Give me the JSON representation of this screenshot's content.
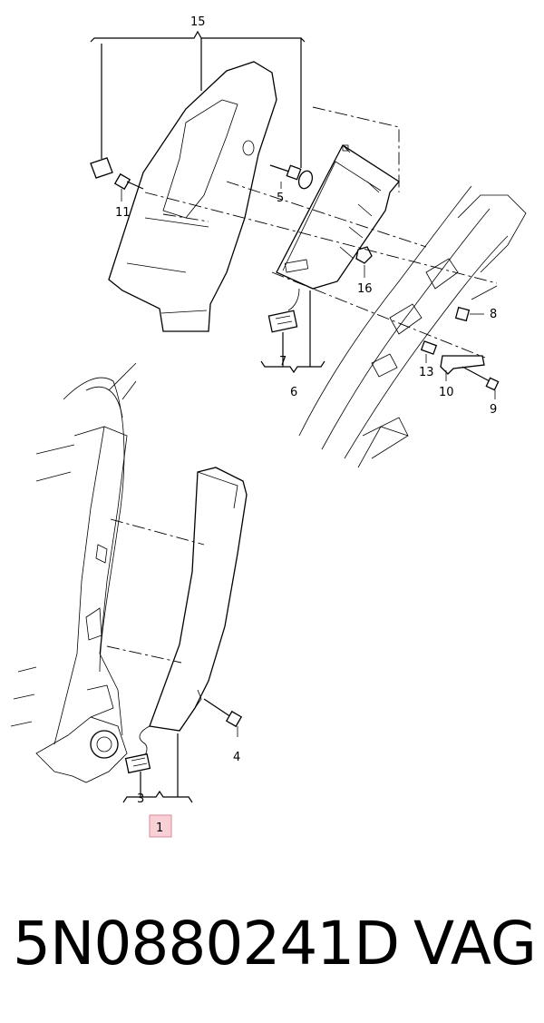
{
  "callouts": {
    "c1": "1",
    "c3": "3",
    "c4": "4",
    "c5": "5",
    "c6": "6",
    "c7": "7",
    "c8": "8",
    "c9": "9",
    "c10": "10",
    "c11": "11",
    "c13": "13",
    "c15": "15",
    "c16": "16"
  },
  "highlight_color": "#f8d0d6",
  "footer": {
    "part_number": "5N0880241D",
    "brand": "VAG"
  }
}
